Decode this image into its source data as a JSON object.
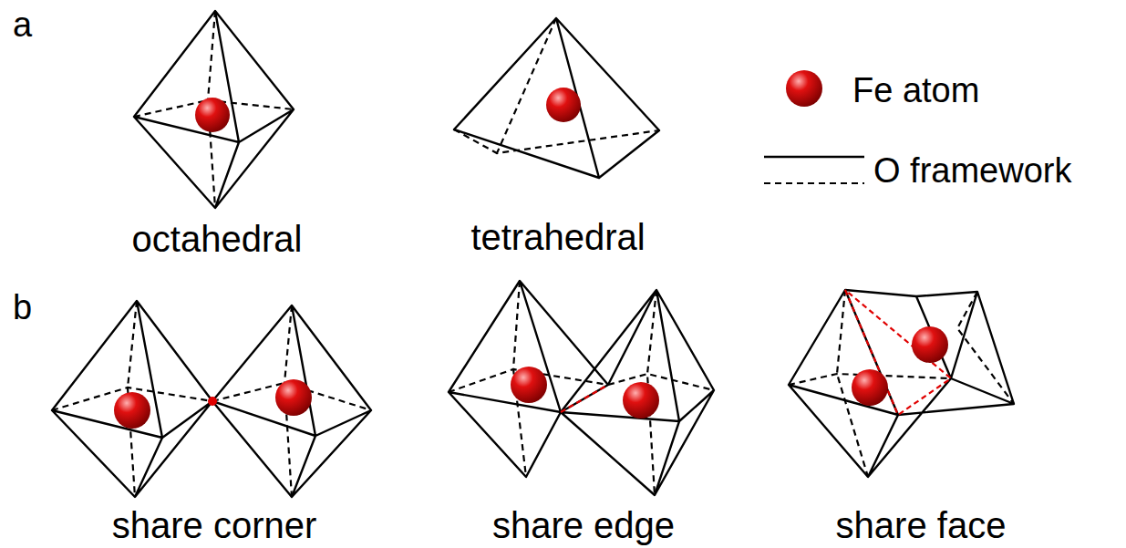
{
  "diagram": {
    "labels": [
      "a",
      "octahedral",
      "tetrahedral",
      "b",
      "share corner",
      "share edge",
      "share face"
    ],
    "legend": [
      {
        "text": "Fe atom"
      },
      {
        "text": "O framework"
      }
    ]
  }
}
